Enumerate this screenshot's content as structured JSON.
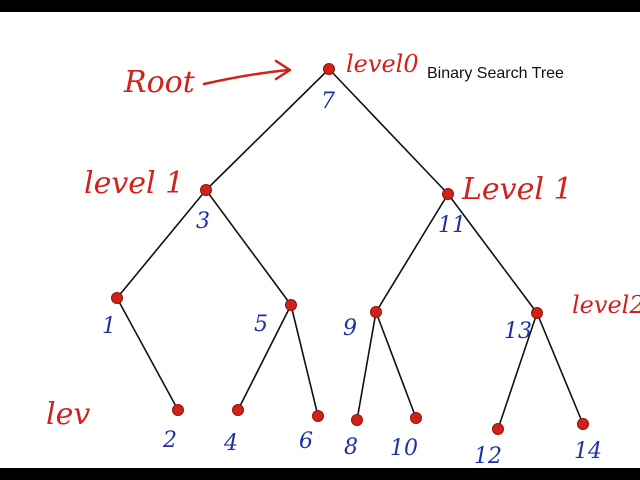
{
  "title": "Binary Search Tree",
  "annotations": {
    "root": "Root",
    "level0": "level0",
    "level1_left": "level 1",
    "level1_right": "Level 1",
    "level2": "level2",
    "level3_partial": "lev"
  },
  "colors": {
    "background": "#ffffff",
    "frame": "#000000",
    "node": "#d0221b",
    "edge": "#111111",
    "annotation": "#d0221b",
    "node_label": "#1f2fa8"
  },
  "tree": {
    "nodes": [
      "7",
      "3",
      "11",
      "1",
      "5",
      "9",
      "13",
      "2",
      "4",
      "6",
      "8",
      "10",
      "12",
      "14"
    ],
    "edges": [
      [
        "7",
        "3"
      ],
      [
        "7",
        "11"
      ],
      [
        "3",
        "1"
      ],
      [
        "3",
        "5"
      ],
      [
        "11",
        "9"
      ],
      [
        "11",
        "13"
      ],
      [
        "1",
        "2"
      ],
      [
        "5",
        "4"
      ],
      [
        "5",
        "6"
      ],
      [
        "9",
        "8"
      ],
      [
        "9",
        "10"
      ],
      [
        "13",
        "12"
      ],
      [
        "13",
        "14"
      ]
    ]
  }
}
